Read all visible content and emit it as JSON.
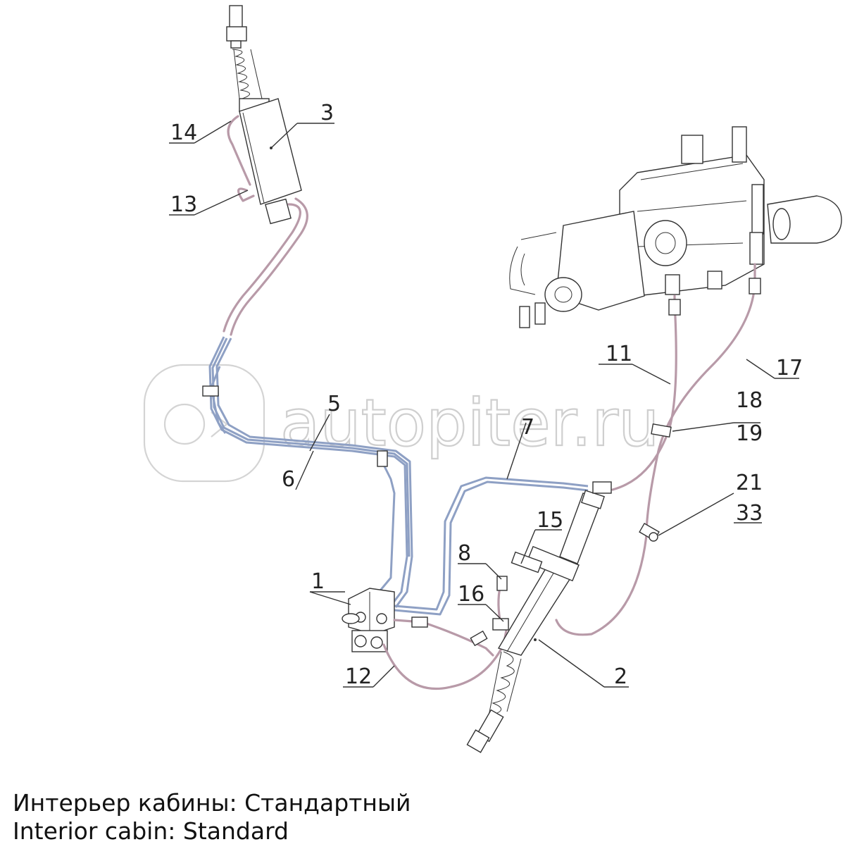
{
  "watermark": {
    "text": "autopiter.ru"
  },
  "callouts": [
    {
      "id": "c1",
      "label": "1"
    },
    {
      "id": "c2",
      "label": "2"
    },
    {
      "id": "c3",
      "label": "3"
    },
    {
      "id": "c5",
      "label": "5"
    },
    {
      "id": "c6",
      "label": "6"
    },
    {
      "id": "c7",
      "label": "7"
    },
    {
      "id": "c8",
      "label": "8"
    },
    {
      "id": "c11",
      "label": "11"
    },
    {
      "id": "c12",
      "label": "12"
    },
    {
      "id": "c13",
      "label": "13"
    },
    {
      "id": "c14",
      "label": "14"
    },
    {
      "id": "c15",
      "label": "15"
    },
    {
      "id": "c16",
      "label": "16"
    },
    {
      "id": "c17",
      "label": "17"
    },
    {
      "id": "c18",
      "label": "18"
    },
    {
      "id": "c19",
      "label": "19"
    },
    {
      "id": "c21",
      "label": "21"
    },
    {
      "id": "c33",
      "label": "33"
    }
  ],
  "caption": {
    "ru": "Интерьер кабины: Стандартный",
    "en": "Interior cabin: Standard"
  }
}
